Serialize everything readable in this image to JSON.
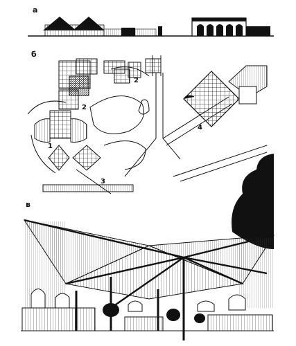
{
  "panels": {
    "a": {
      "label": "а"
    },
    "b": {
      "label": "б",
      "markers": [
        "1",
        "2",
        "2",
        "3",
        "4"
      ]
    },
    "c": {
      "label": "в"
    }
  }
}
